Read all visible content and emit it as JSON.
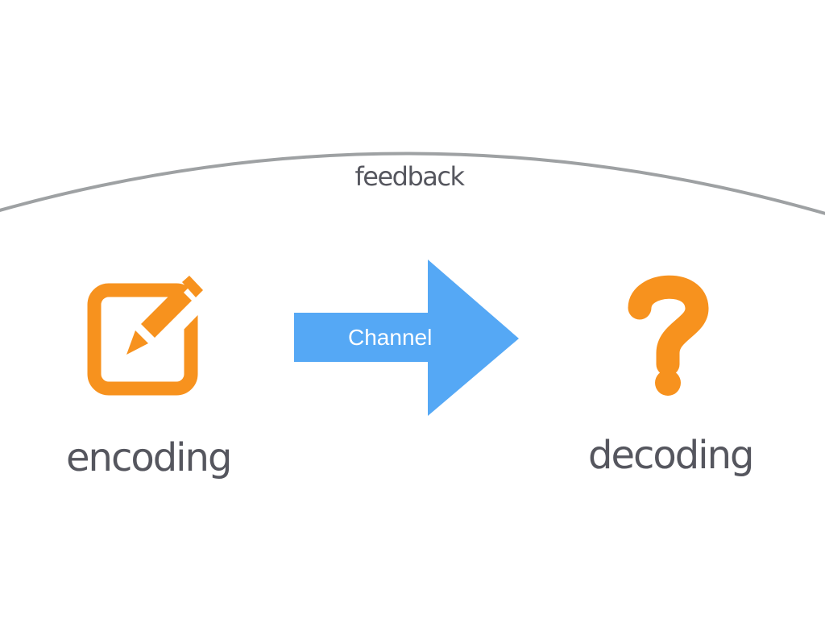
{
  "diagram": {
    "feedback_label": "feedback",
    "channel_label": "Channel",
    "encoding_label": "encoding",
    "decoding_label": "decoding"
  },
  "icons": {
    "encoding": "edit-pencil-icon",
    "decoding": "question-mark-icon"
  },
  "colors": {
    "accent_orange": "#f7921e",
    "channel_blue": "#55a8f5",
    "feedback_curve": "#9ea1a3",
    "text": "#55565e"
  }
}
